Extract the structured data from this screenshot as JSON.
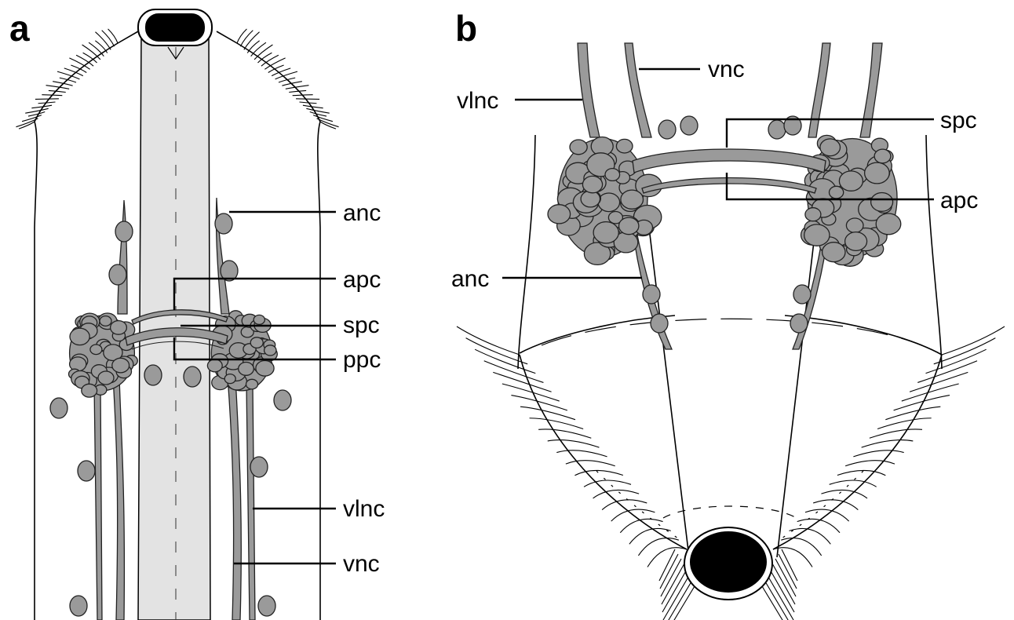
{
  "panels": [
    {
      "letter": "a",
      "labels": [
        "anc",
        "apc",
        "spc",
        "ppc",
        "vlnc",
        "vnc"
      ]
    },
    {
      "letter": "b",
      "labels": [
        "vnc",
        "vlnc",
        "spc",
        "apc",
        "anc"
      ]
    }
  ],
  "colors": {
    "nerve_fill": "#9a9a9a",
    "pharynx_fill": "#e3e3e3",
    "mouth_fill": "#000000",
    "outline": "#000000"
  }
}
